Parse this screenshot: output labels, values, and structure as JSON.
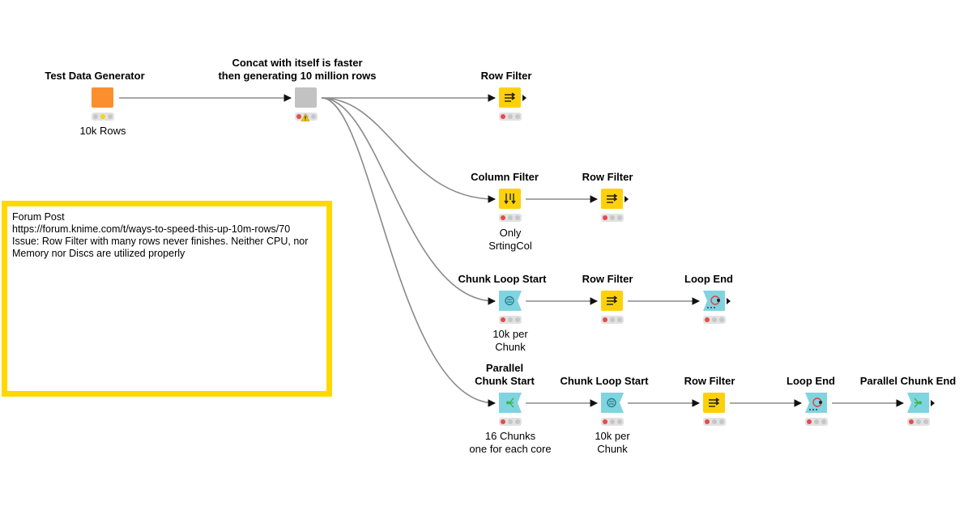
{
  "colors": {
    "source": "#fb8f2e",
    "manipulator": "#fdd10a",
    "loop": "#80d4e0",
    "meta": "#c2c2c2",
    "annotation_border": "#ffd800",
    "edge": "#8a8a8a"
  },
  "nodes": {
    "test_data_generator": {
      "title": "Test Data Generator",
      "label": "10k Rows",
      "icon": "source-square",
      "status": [
        "off",
        "yellow",
        "off"
      ]
    },
    "concat": {
      "title": "Concat with itself is faster\nthen generating 10 million rows",
      "label": "",
      "icon": "metanode-square",
      "status": [
        "red",
        "off",
        "off"
      ],
      "warning": true
    },
    "row_filter_1": {
      "title": "Row Filter",
      "label": "",
      "icon": "row-filter-icon",
      "status": [
        "red",
        "off",
        "off"
      ]
    },
    "column_filter": {
      "title": "Column Filter",
      "label": "Only\nSrtingCol",
      "icon": "column-filter-icon",
      "status": [
        "red",
        "off",
        "off"
      ]
    },
    "row_filter_2": {
      "title": "Row Filter",
      "label": "",
      "icon": "row-filter-icon",
      "status": [
        "red",
        "off",
        "off"
      ]
    },
    "chunk_loop_start_1": {
      "title": "Chunk Loop Start",
      "label": "10k per\nChunk",
      "icon": "loop-start-icon",
      "status": [
        "red",
        "off",
        "off"
      ]
    },
    "row_filter_3": {
      "title": "Row Filter",
      "label": "",
      "icon": "row-filter-icon",
      "status": [
        "red",
        "off",
        "off"
      ]
    },
    "loop_end_1": {
      "title": "Loop End",
      "label": "",
      "icon": "loop-end-icon",
      "status": [
        "red",
        "off",
        "off"
      ]
    },
    "parallel_chunk_start": {
      "title": "Parallel\nChunk Start",
      "label": "16 Chunks\none for each core",
      "icon": "parallel-start-icon",
      "status": [
        "red",
        "off",
        "off"
      ]
    },
    "chunk_loop_start_2": {
      "title": "Chunk Loop Start",
      "label": "10k per\nChunk",
      "icon": "loop-start-icon",
      "status": [
        "red",
        "off",
        "off"
      ]
    },
    "row_filter_4": {
      "title": "Row Filter",
      "label": "",
      "icon": "row-filter-icon",
      "status": [
        "red",
        "off",
        "off"
      ]
    },
    "loop_end_2": {
      "title": "Loop End",
      "label": "",
      "icon": "loop-end-icon",
      "status": [
        "red",
        "off",
        "off"
      ]
    },
    "parallel_chunk_end": {
      "title": "Parallel Chunk End",
      "label": "",
      "icon": "parallel-end-icon",
      "status": [
        "red",
        "off",
        "off"
      ]
    }
  },
  "annotation": {
    "line1": "Forum Post",
    "line2": "https://forum.knime.com/t/ways-to-speed-this-up-10m-rows/70",
    "line3": "",
    "line4": "Issue: Row Filter with many rows never finishes. Neither CPU, nor Memory nor Discs are utilized properly"
  }
}
